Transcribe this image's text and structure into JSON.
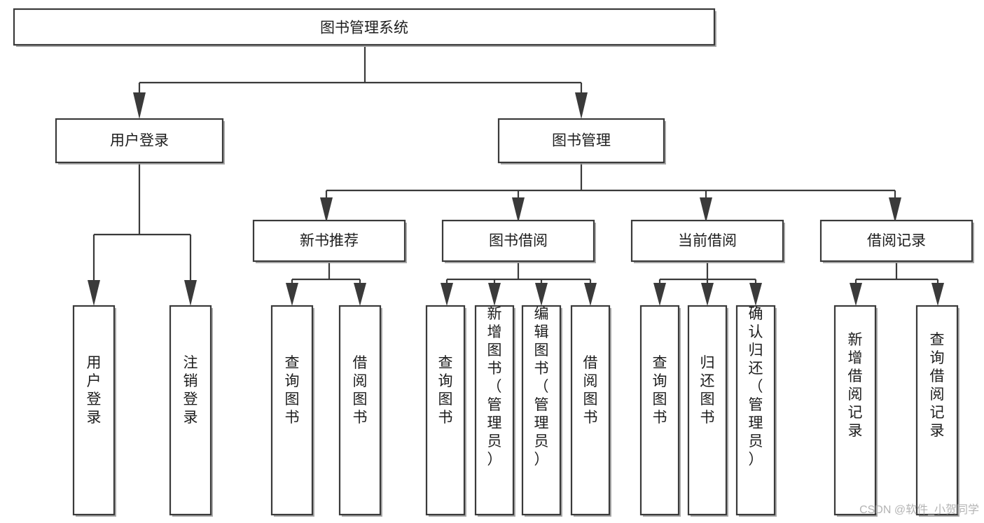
{
  "diagram": {
    "type": "tree",
    "title": "图书管理系统",
    "orientation": "top-down",
    "background_color": "#ffffff",
    "box_border_color": "#3a3a3a",
    "connector_color": "#3a3a3a",
    "text_color": "#1d1d1d"
  },
  "nodes": {
    "root": {
      "label": "图书管理系统",
      "level": 0,
      "orientation": "horizontal"
    },
    "l1": [
      {
        "label": "用户登录",
        "level": 1,
        "orientation": "horizontal"
      },
      {
        "label": "图书管理",
        "level": 1,
        "orientation": "horizontal"
      }
    ],
    "l2": [
      {
        "label": "新书推荐",
        "level": 2,
        "orientation": "horizontal",
        "parent": "图书管理"
      },
      {
        "label": "图书借阅",
        "level": 2,
        "orientation": "horizontal",
        "parent": "图书管理"
      },
      {
        "label": "当前借阅",
        "level": 2,
        "orientation": "horizontal",
        "parent": "图书管理"
      },
      {
        "label": "借阅记录",
        "level": 2,
        "orientation": "horizontal",
        "parent": "图书管理"
      }
    ],
    "leaves": {
      "user_login": [
        {
          "label": "用户登录",
          "orientation": "vertical"
        },
        {
          "label": "注销登录",
          "orientation": "vertical"
        }
      ],
      "new_book": [
        {
          "label": "查询图书",
          "orientation": "vertical"
        },
        {
          "label": "借阅图书",
          "orientation": "vertical"
        }
      ],
      "book_borrow": [
        {
          "label": "查询图书",
          "orientation": "vertical"
        },
        {
          "label": "新增图书（管理员）",
          "orientation": "vertical"
        },
        {
          "label": "编辑图书（管理员）",
          "orientation": "vertical"
        },
        {
          "label": "借阅图书",
          "orientation": "vertical"
        }
      ],
      "current_borrow": [
        {
          "label": "查询图书",
          "orientation": "vertical"
        },
        {
          "label": "归还图书",
          "orientation": "vertical"
        },
        {
          "label": "确认归还（管理员）",
          "orientation": "vertical"
        }
      ],
      "borrow_record": [
        {
          "label": "新增借阅记录",
          "orientation": "vertical"
        },
        {
          "label": "查询借阅记录",
          "orientation": "vertical"
        }
      ]
    }
  },
  "watermark": {
    "text": "CSDN @软件_小贺同学"
  }
}
